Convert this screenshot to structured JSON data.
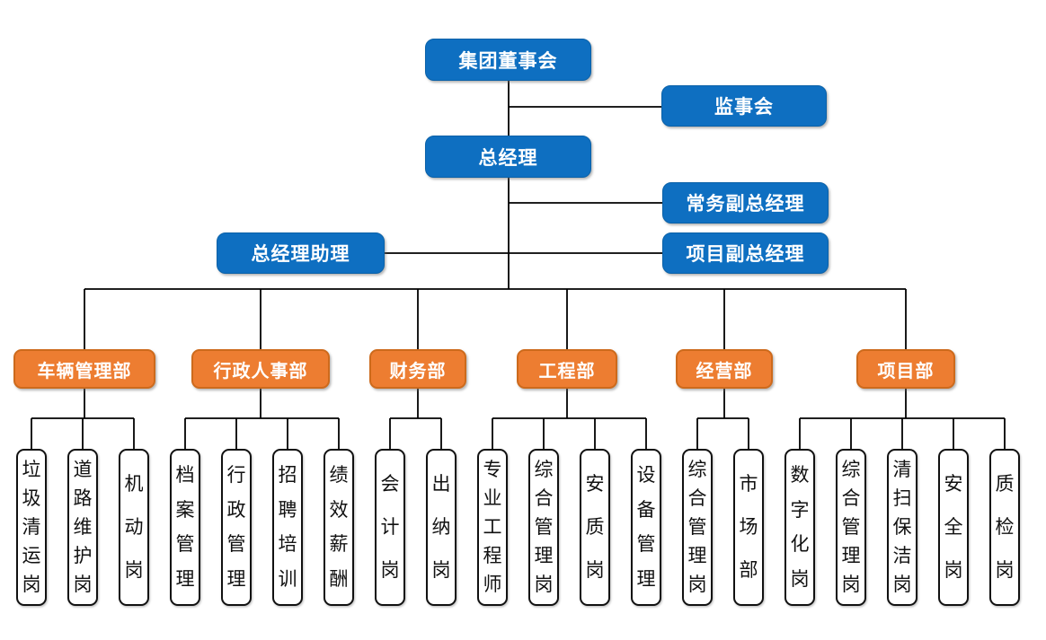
{
  "nodes": {
    "board": "集团董事会",
    "supervisory": "监事会",
    "gm": "总经理",
    "exec_vgm": "常务副总经理",
    "gm_assistant": "总经理助理",
    "project_vgm": "项目副总经理",
    "departments": [
      {
        "label": "车辆管理部",
        "children": [
          "垃圾清运岗",
          "道路维护岗",
          "机动岗"
        ]
      },
      {
        "label": "行政人事部",
        "children": [
          "档案管理",
          "行政管理",
          "招聘培训",
          "绩效薪酬"
        ]
      },
      {
        "label": "财务部",
        "children": [
          "会计岗",
          "出纳岗"
        ]
      },
      {
        "label": "工程部",
        "children": [
          "专业工程师",
          "综合管理岗",
          "安质岗",
          "设备管理"
        ]
      },
      {
        "label": "经营部",
        "children": [
          "综合管理岗",
          "市场部"
        ]
      },
      {
        "label": "项目部",
        "children": [
          "数字化岗",
          "综合管理岗",
          "清扫保洁岗",
          "安全岗",
          "质检岗"
        ]
      }
    ]
  },
  "colors": {
    "management_blue": "#0E6FC1",
    "department_orange": "#ED7D31",
    "connector_line": "#000000",
    "position_border": "#111111",
    "background": "#FFFFFF"
  }
}
